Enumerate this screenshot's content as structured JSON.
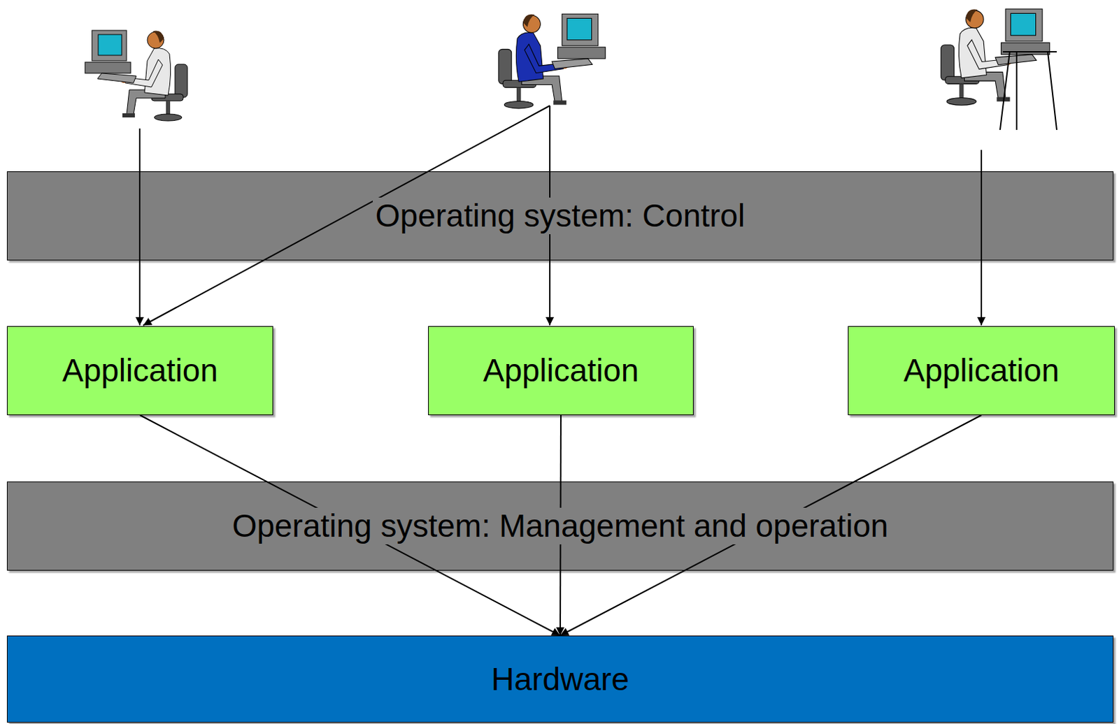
{
  "diagram": {
    "nodes": [
      {
        "text": [
          "Operating system: Control"
        ]
      },
      {
        "text": [
          "Application"
        ]
      },
      {
        "text": [
          "Application"
        ]
      },
      {
        "text": [
          "Application"
        ]
      },
      {
        "text": [
          "Operating system: Management and operation"
        ]
      },
      {
        "text": [
          "Hardware"
        ]
      }
    ],
    "edges": [
      {
        "from": 1,
        "to": 5,
        "arrow": "to"
      },
      {
        "from": 2,
        "to": 5,
        "arrow": "to"
      },
      {
        "from": 3,
        "to": 5,
        "arrow": "to"
      }
    ]
  }
}
